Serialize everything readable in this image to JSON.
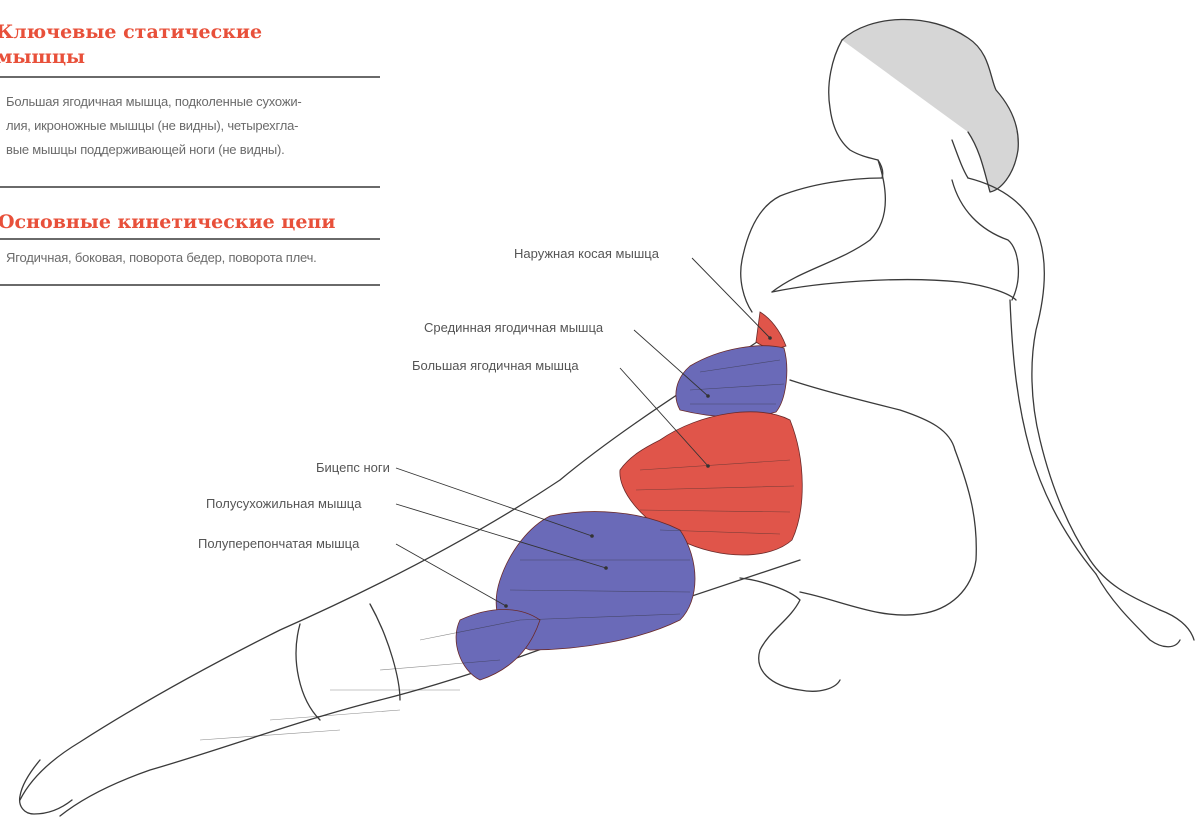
{
  "sidebar": {
    "section1": {
      "title_line1": "Ключевые статические",
      "title_line2": "мышцы",
      "body_line1": "Большая ягодичная мышца, подколенные сухожи-",
      "body_line2": "лия, икроножные мышцы (не видны), четырехгла-",
      "body_line3": "вые мышцы поддерживающей ноги (не видны)."
    },
    "section2": {
      "title": "Основные кинетические цепи",
      "body": "Ягодичная, боковая, поворота бедер, поворота плеч."
    }
  },
  "labels": {
    "external_oblique": "Наружная косая мышца",
    "gluteus_medius": "Срединная ягодичная мышца",
    "gluteus_maximus": "Большая ягодичная мышца",
    "biceps_femoris": "Бицепс ноги",
    "semitendinosus": "Полусухожильная мышца",
    "semimembranosus": "Полуперепончатая мышца"
  },
  "colors": {
    "heading": "#e8503a",
    "muscle_red": "#e0554a",
    "muscle_blue": "#6a6ab8",
    "line": "#3a3a3a"
  }
}
